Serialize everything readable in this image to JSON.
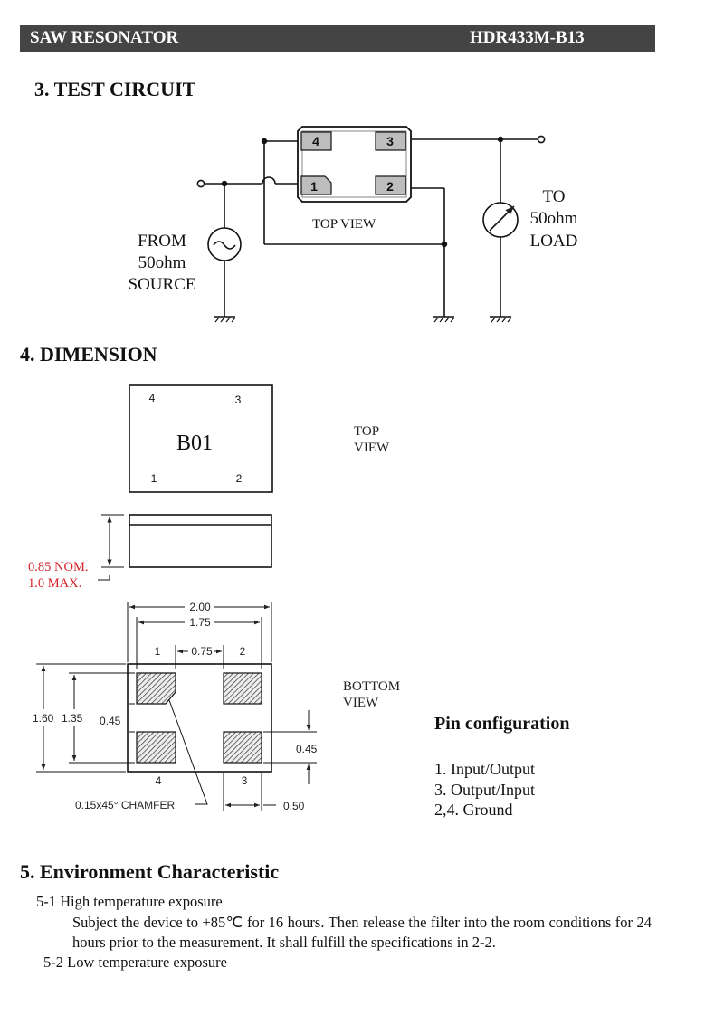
{
  "header": {
    "left": "SAW RESONATOR",
    "right": "HDR433M-B13"
  },
  "sections": {
    "test_circuit": "3. TEST CIRCUIT",
    "dimension": "4. DIMENSION",
    "environment": "5. Environment Characteristic"
  },
  "circuit": {
    "pins": [
      "4",
      "3",
      "1",
      "2"
    ],
    "top_view": "TOP VIEW",
    "from_lines": [
      "FROM",
      "50ohm",
      "SOURCE"
    ],
    "to_lines": [
      "TO",
      "50ohm",
      "LOAD"
    ]
  },
  "dimension": {
    "marking": "B01",
    "top_pins": [
      "4",
      "3",
      "1",
      "2"
    ],
    "top_view_lines": [
      "TOP",
      "VIEW"
    ],
    "height_nom": "0.85 NOM.",
    "height_max": "1.0 MAX.",
    "dim_200": "2.00",
    "dim_175": "1.75",
    "dim_075": "0.75",
    "dim_160": "1.60",
    "dim_135": "1.35",
    "dim_045_left": "0.45",
    "dim_045_right": "0.45",
    "dim_050": "0.50",
    "chamfer": "0.15x45° CHAMFER",
    "bottom_pins": [
      "1",
      "2",
      "4",
      "3"
    ],
    "bottom_view_lines": [
      "BOTTOM",
      "VIEW"
    ]
  },
  "pin_config": {
    "title": "Pin configuration",
    "items": [
      "1. Input/Output",
      "3. Output/Input",
      "2,4. Ground"
    ]
  },
  "environment": {
    "item1_title": "5-1 High temperature exposure",
    "item1_body": "Subject the device to +85℃  for 16 hours. Then release the filter into the room conditions for 24 hours prior to the measurement. It shall fulfill the specifications in 2-2.",
    "item2_title": "5-2 Low temperature exposure"
  }
}
